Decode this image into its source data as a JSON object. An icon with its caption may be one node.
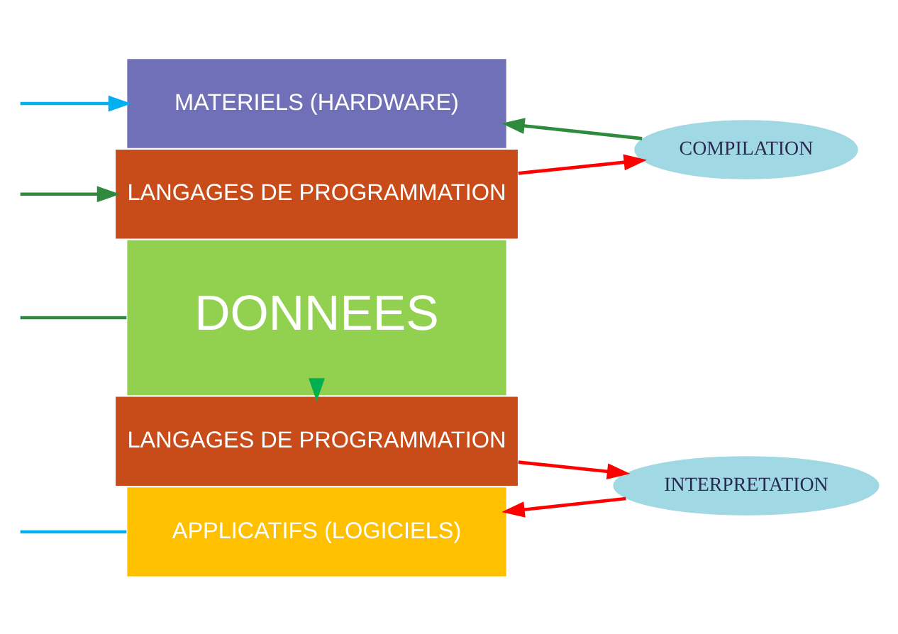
{
  "diagram": {
    "nodes": [
      {
        "text": [
          "DONNEES"
        ]
      },
      {
        "text": [
          "LANGAGES DE PROGRAMMATION"
        ]
      },
      {
        "text": [
          "APPLICATIFS (LOGICIELS)"
        ]
      },
      {
        "text": [
          "LANGAGES DE PROGRAMMATION"
        ]
      },
      {
        "text": [
          "MATERIELS (HARDWARE)"
        ]
      },
      {
        "text": [
          "INTERPRETATION"
        ]
      },
      {
        "text": [
          "COMPILATION"
        ]
      }
    ],
    "edges": [
      {
        "from": 0,
        "to": 1,
        "arrow": "to",
        "color": "#00b050"
      },
      {
        "from": 1,
        "to": 5,
        "arrow": "to",
        "color": "#ff0000"
      },
      {
        "from": 5,
        "to": 2,
        "arrow": "to",
        "color": "#ff0000"
      },
      {
        "from": 3,
        "to": 6,
        "arrow": "to",
        "color": "#ff0000"
      },
      {
        "from": 6,
        "to": 4,
        "arrow": "to",
        "color": "#2e8b3e"
      },
      {
        "from": 0,
        "to": null,
        "arrow": "none",
        "color": "#2e8b3e"
      },
      {
        "from": null,
        "to": 2,
        "arrow": "none",
        "color": "#00b0f0"
      },
      {
        "from": null,
        "to": 3,
        "arrow": "to",
        "color": "#2e8b3e"
      },
      {
        "from": null,
        "to": 4,
        "arrow": "to",
        "color": "#00b0f0"
      }
    ]
  }
}
